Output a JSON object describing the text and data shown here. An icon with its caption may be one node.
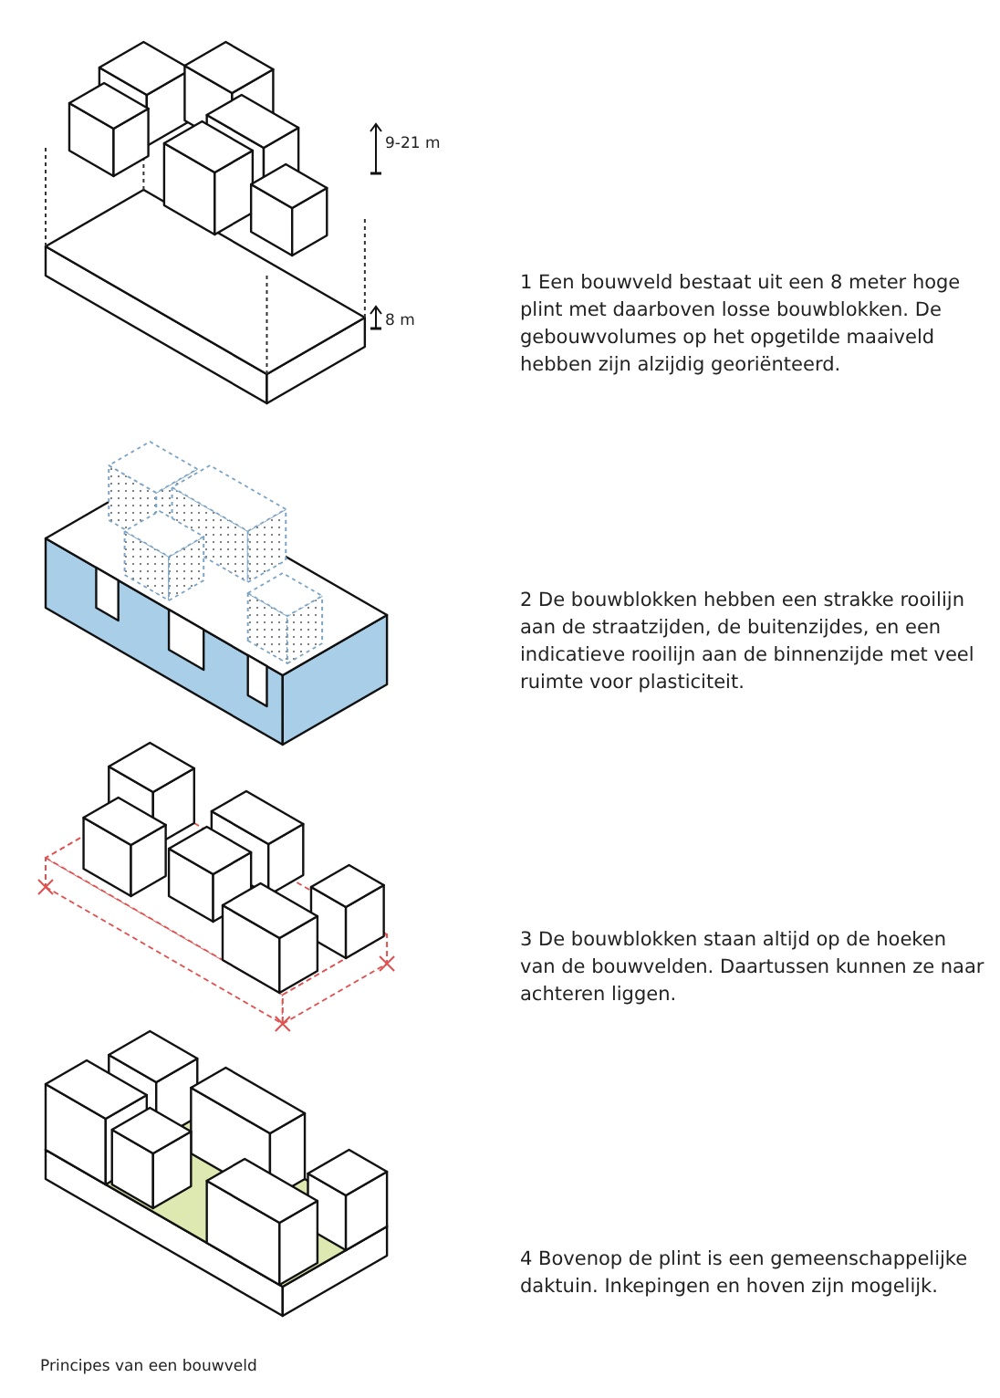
{
  "diagram": {
    "caption": "Principes van een bouwveld",
    "labels": [
      "9-21 m",
      "8 m",
      "1 Een bouwveld bestaat uit een 8 meter hoge plint met daarboven losse bouwblokken. De gebouwvolumes op het opgetilde maaiveld hebben zijn alzijdig georiënteerd.",
      "2 De bouwblokken hebben een strakke rooilijn aan de straatzijden, de buitenzijdes, en een indicatieve rooilijn aan de binnenzijde met veel ruimte voor plasticiteit.",
      "3 De bouwblokken staan altijd op de hoeken van de bouwvelden. Daartussen kunnen ze naar achteren liggen.",
      "4 Bovenop de plint is een gemeenschappelijke daktuin. Inkepingen en hoven zijn mogelijk."
    ]
  }
}
